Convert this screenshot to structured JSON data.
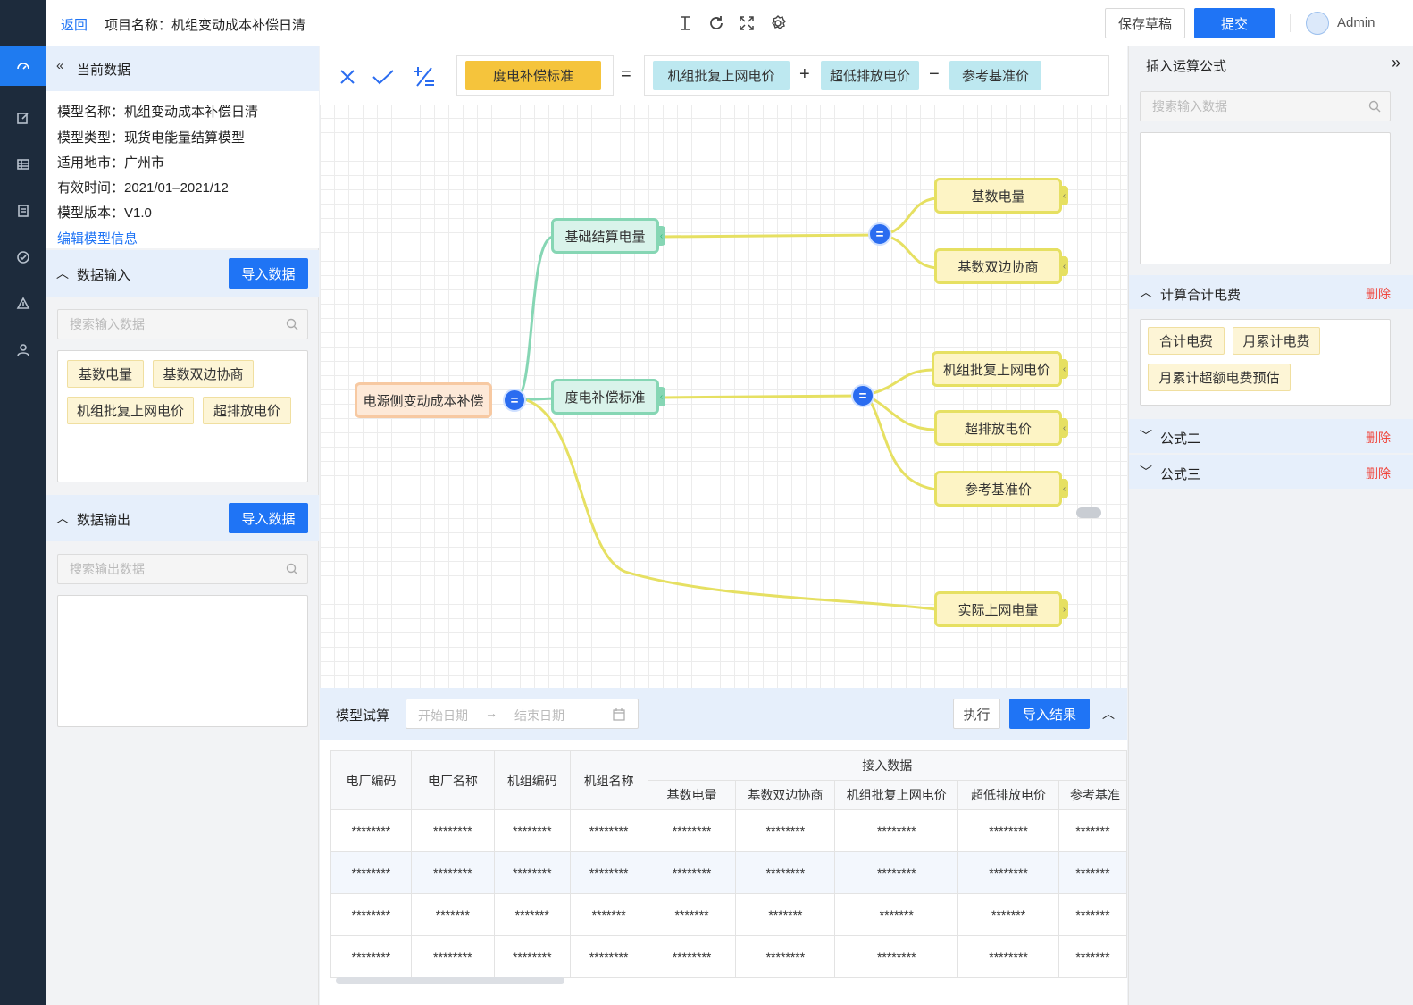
{
  "header": {
    "back_label": "返回",
    "project_title": "项目名称：机组变动成本补偿日清",
    "save_draft_label": "保存草稿",
    "submit_label": "提交",
    "user_name": "Admin"
  },
  "current_data": {
    "title": "当前数据",
    "info": [
      "模型名称：机组变动成本补偿日清",
      "模型类型：现货电能量结算模型",
      "适用地市：广州市",
      "有效时间：2021/01–2021/12",
      "模型版本：V1.0"
    ],
    "edit_link": "编辑模型信息"
  },
  "data_input": {
    "title": "数据输入",
    "import_label": "导入数据",
    "search_placeholder": "搜索输入数据",
    "tags": [
      "基数电量",
      "基数双边协商",
      "机组批复上网电价",
      "超排放电价"
    ]
  },
  "data_output": {
    "title": "数据输出",
    "import_label": "导入数据",
    "search_placeholder": "搜索输出数据"
  },
  "formula_bar": {
    "target": "度电补偿标准",
    "eq": "=",
    "term1": "机组批复上网电价",
    "plus": "+",
    "term2": "超低排放电价",
    "minus": "−",
    "term3": "参考基准价"
  },
  "mindmap": {
    "root": "电源侧变动成本补偿",
    "eq_symbol": "=",
    "branch1": "基础结算电量",
    "branch2": "度电补偿标准",
    "leaves_b1": [
      "基数电量",
      "基数双边协商"
    ],
    "leaves_b2": [
      "机组批复上网电价",
      "超排放电价",
      "参考基准价"
    ],
    "leaf_root": "实际上网电量"
  },
  "trial": {
    "title": "模型试算",
    "start_placeholder": "开始日期",
    "end_placeholder": "结束日期",
    "arrow": "→",
    "execute_label": "执行",
    "import_result_label": "导入结果"
  },
  "table": {
    "fixed_headers": [
      "电厂编码",
      "电厂名称",
      "机组编码",
      "机组名称"
    ],
    "group_header": "接入数据",
    "sub_headers": [
      "基数电量",
      "基数双边协商",
      "机组批复上网电价",
      "超低排放电价",
      "参考基准"
    ],
    "rows": [
      [
        "********",
        "********",
        "********",
        "********",
        "********",
        "********",
        "********",
        "********",
        "*******"
      ],
      [
        "********",
        "********",
        "********",
        "********",
        "********",
        "********",
        "********",
        "********",
        "*******"
      ],
      [
        "********",
        "*******",
        "*******",
        "*******",
        "*******",
        "*******",
        "*******",
        "*******",
        "*******"
      ],
      [
        "********",
        "********",
        "********",
        "********",
        "********",
        "********",
        "********",
        "********",
        "*******"
      ]
    ]
  },
  "right_panel": {
    "title": "插入运算公式",
    "search_placeholder": "搜索输入数据",
    "formula1_title": "计算合计电费",
    "formula1_tags": [
      "合计电费",
      "月累计电费",
      "月累计超额电费预估"
    ],
    "formula2_title": "公式二",
    "formula3_title": "公式三",
    "delete_label": "删除"
  },
  "colors": {
    "accent": "#1f74f5",
    "danger": "#f0443b",
    "nav_bg": "#1d2b3c"
  }
}
